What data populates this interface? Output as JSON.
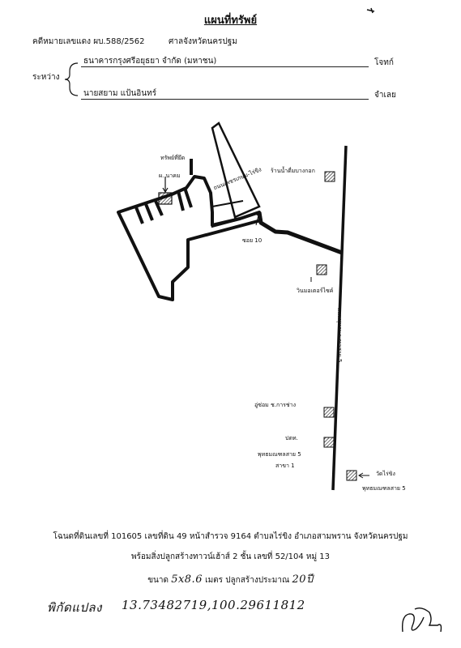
{
  "title": "แผนที่ทรัพย์",
  "case_line": "คดีหมายเลขแดง ผบ.588/2562",
  "court": "ศาลจังหวัดนครปฐม",
  "between_label": "ระหว่าง",
  "plaintiff": {
    "name": "ธนาคารกรุงศรีอยุธยา จำกัด (มหาชน)",
    "role": "โจทก์"
  },
  "defendant": {
    "name": "นายสยาม แป้นอินทร์",
    "role": "จำเลย"
  },
  "map_labels": {
    "prop_owner": "ทรัพย์ที่ยึด",
    "prop_name": "ผ. นาคม",
    "alley": "ซอย 10",
    "side_road": "ถนนเพชรเกษม-ไร่ขิง",
    "main_road": "ถนนพุทธมณฑลสาย 5",
    "shop_top": "ร้านน้ำดื่มบางกอก",
    "motorcycle": "วินมอเตอร์ไซค์",
    "marker_1": "อู่ซ่อม ช.การช่าง",
    "ptt": "ปตท.",
    "ptt_sub": "พุทธมณฑลสาย 5",
    "ptt_branch": "สาขา 1",
    "bottom_mark": "วัดไร่ขิง",
    "bottom_sub": "พุทธมณฑลสาย 5"
  },
  "description": {
    "line1": "โฉนดที่ดินเลขที่ 101605 เลขที่ดิน 49 หน้าสำรวจ 9164 ตำบลไร่ขิง อำเภอสามพราน จังหวัดนครปฐม",
    "line2": "พร้อมสิ่งปลูกสร้างทาวน์เฮ้าส์ 2 ชั้น เลขที่ 52/104 หมู่ 13",
    "line3_prefix": "ขนาด",
    "line3_size": "5x8.6",
    "line3_mid": "เมตร ปลูกสร้างประมาณ",
    "line3_years": "20ปี"
  },
  "coords_label": "พิกัดแปลง",
  "coords_value": "13.73482719,100.29611812"
}
